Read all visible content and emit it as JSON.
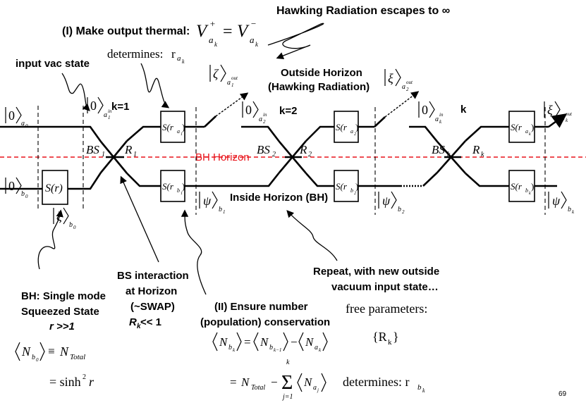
{
  "title": "Hawking Radiation escapes to ∞",
  "step1": {
    "title": "(I) Make output thermal:",
    "eq": {
      "lhs": "V",
      "rhs": "V",
      "sup_plus": "+",
      "sup_minus": "−",
      "sub": "a",
      "subsub": "k"
    },
    "determines": "determines:",
    "param": "r",
    "param_sub": "a",
    "param_subsub": "k"
  },
  "input_label": "input vac state",
  "outside_label": {
    "line1": "Outside Horizon",
    "line2": "(Hawking Radiation)"
  },
  "inside_label": "Inside Horizon (BH)",
  "horizon_label": "BH Horizon",
  "stages": [
    {
      "k": "k=1",
      "bs": "BS",
      "bs_sub": "1",
      "r": "R",
      "r_sub": "1",
      "box_a": "S(r",
      "box_a_sub": "a",
      "box_a_subsub": "1",
      "box_b": "S(r",
      "box_b_sub": "b",
      "box_b_subsub": "1"
    },
    {
      "k": "k=2",
      "bs": "BS",
      "bs_sub": "2",
      "r": "R",
      "r_sub": "2",
      "box_a": "S(r",
      "box_a_sub": "a",
      "box_a_subsub": "2",
      "box_b": "S(r",
      "box_b_sub": "b",
      "box_b_subsub": "2"
    },
    {
      "k": "k",
      "bs": "BS",
      "bs_sub": "k",
      "r": "R",
      "r_sub": "k",
      "box_a": "S(r",
      "box_a_sub": "a",
      "box_a_subsub": "k",
      "box_b": "S(r",
      "box_b_sub": "b",
      "box_b_subsub": "k"
    }
  ],
  "squeezer": {
    "label": "S(r)"
  },
  "kets": {
    "vac": "0",
    "zeta": "ζ",
    "xi": "ξ",
    "psi": "ψ",
    "a0": "a",
    "a0_sub": "0",
    "b0": "b",
    "b0_sub": "0",
    "a1in": "a",
    "a1in_sub": "1",
    "a1in_sup": "in",
    "a1out": "a",
    "a1out_sub": "1",
    "a1out_sup": "out",
    "a2in": "a",
    "a2in_sub": "2",
    "a2in_sup": "in",
    "a2out": "a",
    "a2out_sub": "2",
    "a2out_sup": "out",
    "akin": "a",
    "akin_sub": "k",
    "akin_sup": "in",
    "akout": "a",
    "akout_sub": "k",
    "akout_sup": "out",
    "b1": "b",
    "b1_sub": "1",
    "b2": "b",
    "b2_sub": "2",
    "bk": "b",
    "bk_sub": "k",
    "xib0": "b",
    "xib0_sub": "0"
  },
  "bh_note": {
    "line1": "BH: Single mode",
    "line2": "Squeezed State",
    "line3": "r >>1",
    "eq1_N": "N",
    "eq1_sub": "b",
    "eq1_subsub": "0",
    "eq1_equiv": "≡",
    "eq1_rhs": "N",
    "eq1_rhs_sub": "Total",
    "eq2": "= sinh",
    "eq2_sup": "2",
    "eq2_r": "r"
  },
  "bs_note": {
    "line1": "BS interaction",
    "line2": "at Horizon",
    "line3": "(~SWAP)",
    "line4_r": "R",
    "line4_sub": "k",
    "line4_rest": " << 1"
  },
  "step2": {
    "line1": "(II) Ensure number",
    "line2": "(population) conservation",
    "N": "N",
    "b": "b",
    "k": "k",
    "km1": "k−1",
    "a": "a",
    "j": "j",
    "eq_sign": "=",
    "minus": "−",
    "total": "Total",
    "sum": "Σ",
    "sum_top": "k",
    "sum_bot": "j=1"
  },
  "repeat_note": {
    "line1": "Repeat, with new outside",
    "line2": "vacuum input state…"
  },
  "free_params": {
    "line1": "free parameters:",
    "line2": "{R",
    "line2_sub": "k",
    "line2_end": "}"
  },
  "determines_b": {
    "text": "determines: r",
    "sub": "b",
    "subsub": "k"
  },
  "page_number": "69"
}
